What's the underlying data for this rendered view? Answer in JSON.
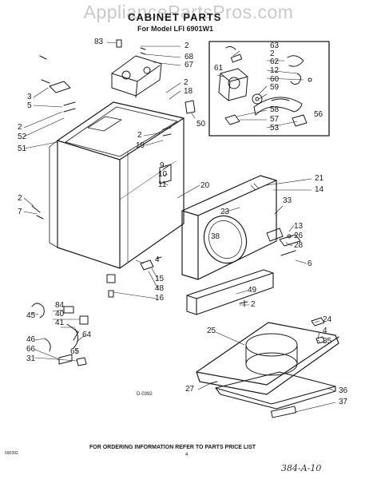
{
  "watermark": "AppliancePartsPros.com",
  "title": "CABINET PARTS",
  "model": "For Model LFI 6901W1",
  "diagram_code": "D-0392",
  "footer": "FOR ORDERING INFORMATION REFER TO PARTS PRICE LIST",
  "doc_number": "690392",
  "page_number": "4",
  "handwritten_note": "384-A-10",
  "callouts": {
    "c1": "83",
    "c2": "2",
    "c3": "68",
    "c4": "67",
    "c5": "3",
    "c6": "5",
    "c7": "2",
    "c8": "18",
    "c9": "2",
    "c10": "52",
    "c11": "51",
    "c12": "50",
    "c13": "2",
    "c14": "19",
    "c15": "9",
    "c16": "10",
    "c17": "11",
    "c18": "20",
    "c19": "21",
    "c20": "14",
    "c21": "2",
    "c22": "7",
    "c23": "23",
    "c24": "33",
    "c25": "38",
    "c26": "13",
    "c27": "26",
    "c28": "28",
    "c29": "4",
    "c30": "6",
    "c31": "15",
    "c32": "48",
    "c33": "16",
    "c34": "49",
    "c35": "2",
    "c36": "84",
    "c37": "40",
    "c38": "45",
    "c39": "41",
    "c40": "64",
    "c41": "65",
    "c42": "46",
    "c43": "66",
    "c44": "31",
    "c45": "25",
    "c46": "24",
    "c47": "4",
    "c48": "35",
    "c49": "27",
    "c50": "36",
    "c51": "37",
    "c52": "63",
    "c53": "2",
    "c54": "62",
    "c55": "12",
    "c56": "61",
    "c57": "60",
    "c58": "59",
    "c59": "56",
    "c60": "58",
    "c61": "57",
    "c62": "53"
  }
}
